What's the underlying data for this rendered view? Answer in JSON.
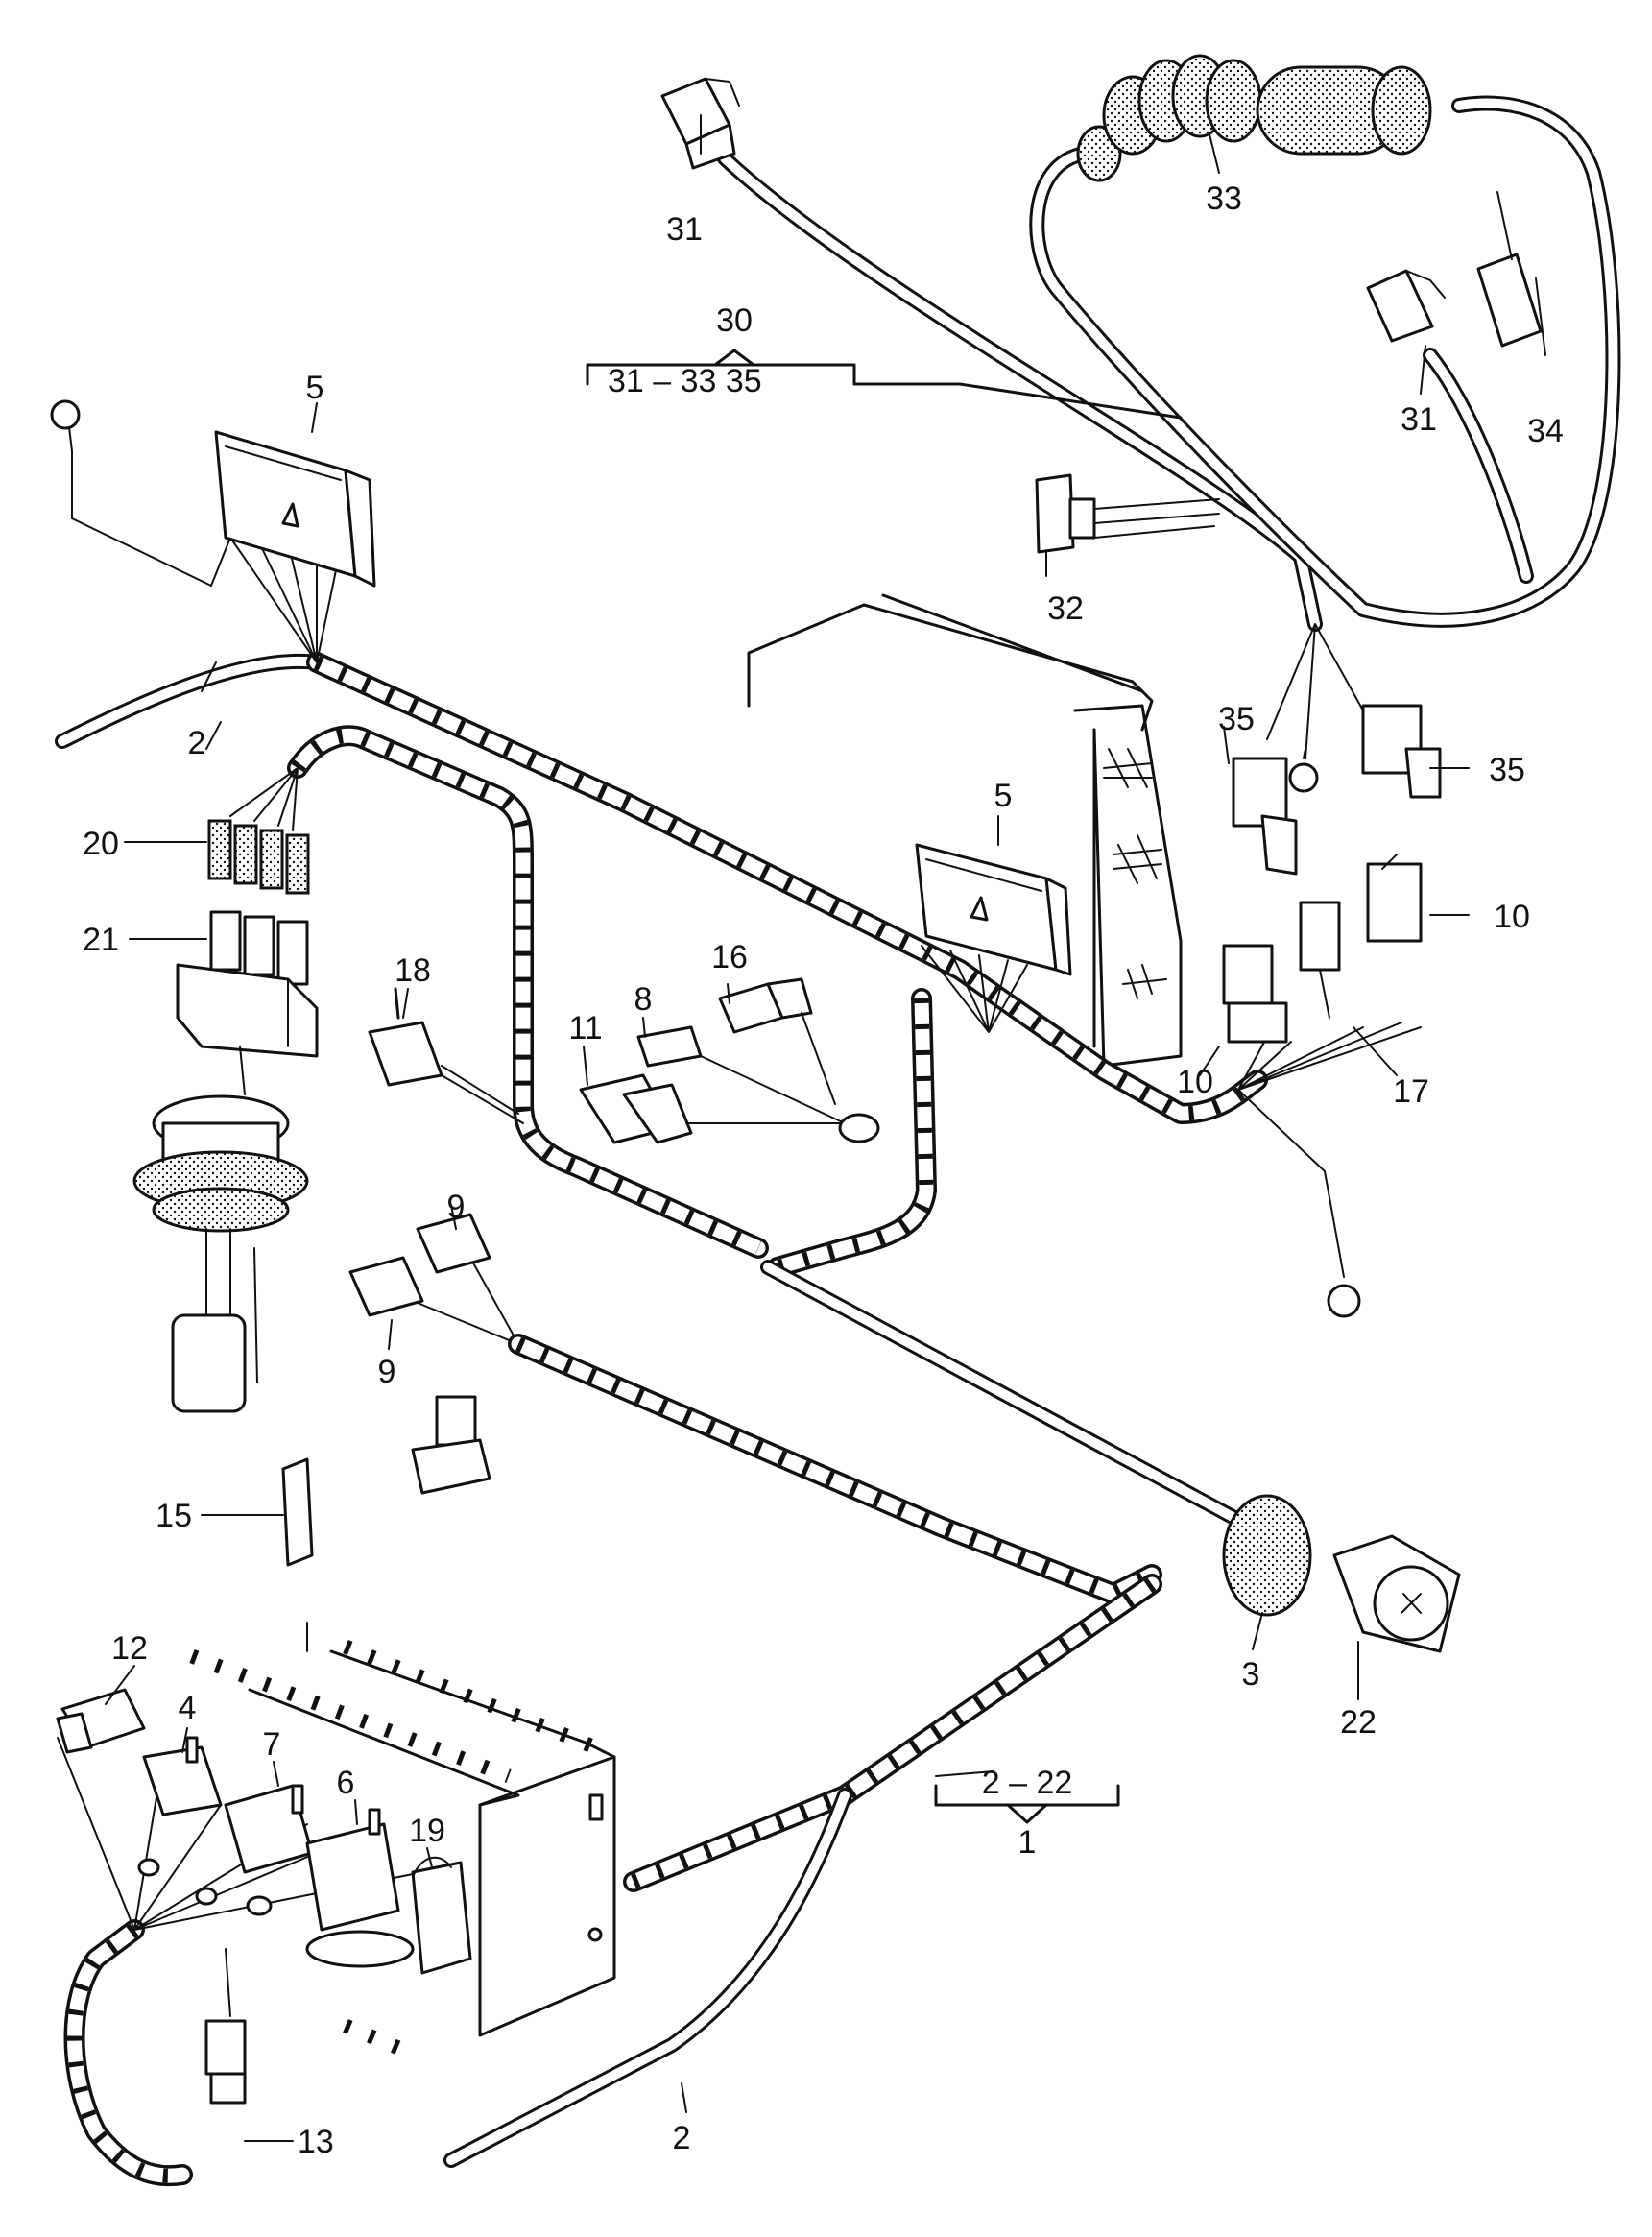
{
  "labels": {
    "l1": "1",
    "l2a": "2",
    "l2b": "2",
    "l3": "3",
    "l4": "4",
    "l5a": "5",
    "l5b": "5",
    "l6": "6",
    "l7": "7",
    "l8": "8",
    "l9a": "9",
    "l9b": "9",
    "l10a": "10",
    "l10b": "10",
    "l11": "11",
    "l12": "12",
    "l13": "13",
    "l15": "15",
    "l16": "16",
    "l17": "17",
    "l18": "18",
    "l19": "19",
    "l20": "20",
    "l21": "21",
    "l22": "22",
    "l30": "30",
    "l31a": "31",
    "l31b": "31",
    "l32": "32",
    "l33": "33",
    "l34": "34",
    "l35a": "35",
    "l35b": "35"
  },
  "groups": {
    "group30": "31 – 33  35",
    "group1": "2 – 22"
  }
}
